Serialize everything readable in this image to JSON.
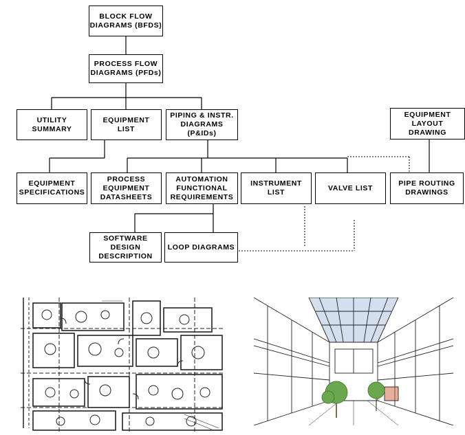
{
  "diagram": {
    "bfd": "BLOCK FLOW\nDIAGRAMS (BFDS)",
    "pfd": "PROCESS FLOW\nDIAGRAMS (PFDs)",
    "utility_summary": "UTILITY\nSUMMARY",
    "equipment_list": "EQUIPMENT\nLIST",
    "pid": "PIPING & INSTR.\nDIAGRAMS (P&IDs)",
    "equipment_layout": "EQUIPMENT\nLAYOUT\nDRAWING",
    "equipment_specs": "EQUIPMENT\nSPECIFICATIONS",
    "process_datasheets": "PROCESS\nEQUIPMENT\nDATASHEETS",
    "automation_req": "AUTOMATION\nFUNCTIONAL\nREQUIREMENTS",
    "instrument_list": "INSTRUMENT\nLIST",
    "valve_list": "VALVE LIST",
    "pipe_routing": "PIPE ROUTING\nDRAWINGS",
    "software_design": "SOFTWARE\nDESIGN\nDESCRIPTION",
    "loop_diagrams": "LOOP DIAGRAMS"
  },
  "images": {
    "floor_plan": "architectural-floor-plan-drawing",
    "atrium_sketch": "atrium-interior-perspective-sketch",
    "colors": {
      "ink": "#222222",
      "tree": "#6aa84f",
      "skylight": "#9fb8d8"
    }
  }
}
